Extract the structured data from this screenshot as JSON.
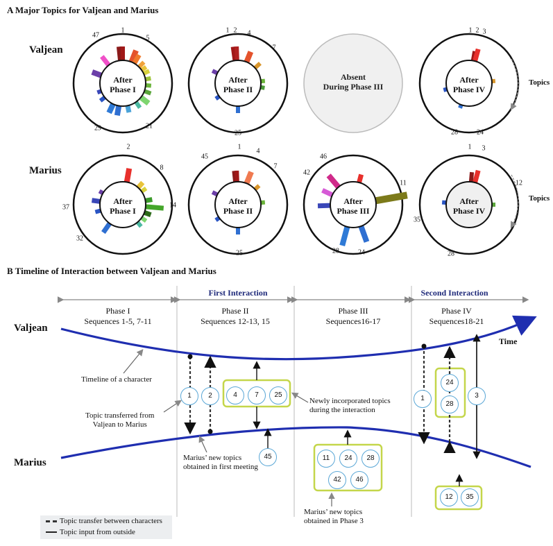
{
  "section_a": {
    "title": "A Major Topics for Valjean and Marius",
    "rows": [
      {
        "label": "Valjean",
        "panels": [
          {
            "center": [
              "After",
              "Phase I"
            ],
            "numbers": [
              "47",
              "1",
              "5",
              "29",
              "21"
            ]
          },
          {
            "center": [
              "After",
              "Phase II"
            ],
            "numbers": [
              "1",
              "2",
              "4",
              "7",
              "25"
            ]
          },
          {
            "absent": true,
            "center": [
              "Absent",
              "During Phase III"
            ],
            "numbers": []
          },
          {
            "center": [
              "After",
              "Phase IV"
            ],
            "numbers": [
              "1",
              "2",
              "3",
              "28",
              "24"
            ]
          }
        ]
      },
      {
        "label": "Marius",
        "panels": [
          {
            "center": [
              "After",
              "Phase I"
            ],
            "numbers": [
              "2",
              "8",
              "37",
              "14",
              "32"
            ]
          },
          {
            "center": [
              "After",
              "Phase II"
            ],
            "numbers": [
              "1",
              "4",
              "45",
              "7",
              "25"
            ]
          },
          {
            "center": [
              "After",
              "Phase III"
            ],
            "numbers": [
              "46",
              "42",
              "11",
              "28",
              "24"
            ]
          },
          {
            "center": [
              "After",
              "Phase IV"
            ],
            "numbers": [
              "1",
              "3",
              "12",
              "35",
              "28"
            ]
          }
        ]
      }
    ],
    "topics_label": "Topics"
  },
  "section_b": {
    "title": "B Timeline of Interaction between Valjean and Marius",
    "phases": [
      {
        "name": "Phase I",
        "sequences": "Sequences 1-5, 7-11"
      },
      {
        "name": "Phase II",
        "sequences": "Sequences 12-13, 15"
      },
      {
        "name": "Phase III",
        "sequences": "Sequences16-17"
      },
      {
        "name": "Phase IV",
        "sequences": "Sequences18-21"
      }
    ],
    "interactions": [
      "First Interaction",
      "Second Interaction"
    ],
    "characters": [
      "Valjean",
      "Marius"
    ],
    "time_label": "Time",
    "annotations": {
      "timeline_of_character": "Timeline of a character",
      "topic_transferred": [
        "Topic transferred from",
        "Valjean to Marius"
      ],
      "newly_incorporated": [
        "Newly incorporated topics",
        "during the interaction"
      ],
      "marius_first": [
        "Marius’ new topics",
        "obtained in first meeting"
      ],
      "marius_phase3": [
        "Marius’ new topics",
        "obtained in Phase 3"
      ]
    },
    "nodes": {
      "p2_transfer": [
        "1",
        "2"
      ],
      "p2_group": [
        "4",
        "7",
        "25"
      ],
      "p2_marius": "45",
      "p3_group_top": [
        "11",
        "24",
        "28"
      ],
      "p3_group_bottom": [
        "42",
        "46"
      ],
      "p4_transfer": "1",
      "p4_group": [
        "24",
        "28"
      ],
      "p4_input": "3",
      "p4_marius": [
        "12",
        "35"
      ]
    },
    "legend": {
      "dashed": "Topic transfer between characters",
      "solid": "Topic input from outside"
    }
  },
  "colors": {
    "timeline_blue": "#1f2eb0",
    "group_box": "#c4d64a",
    "node_border": "#5aa7d6",
    "interaction_text": "#1f2a7a",
    "absent_fill": "#f0f0f0"
  }
}
